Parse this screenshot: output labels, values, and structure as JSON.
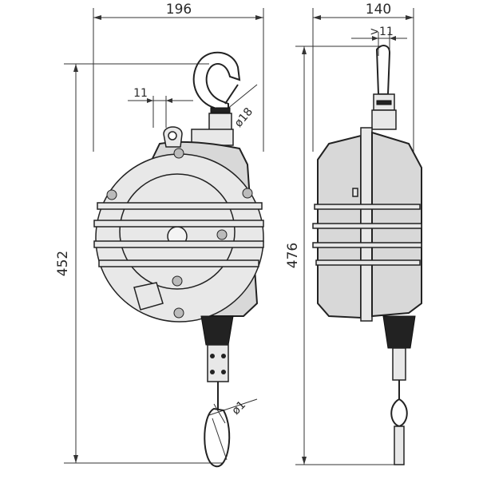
{
  "dimensions": {
    "front_width": "196",
    "side_width": "140",
    "hook_slot": "11",
    "side_slot": ">11",
    "hook_diameter": "ø18",
    "front_height": "452",
    "side_height": "476",
    "cable_diameter": "ø1"
  }
}
